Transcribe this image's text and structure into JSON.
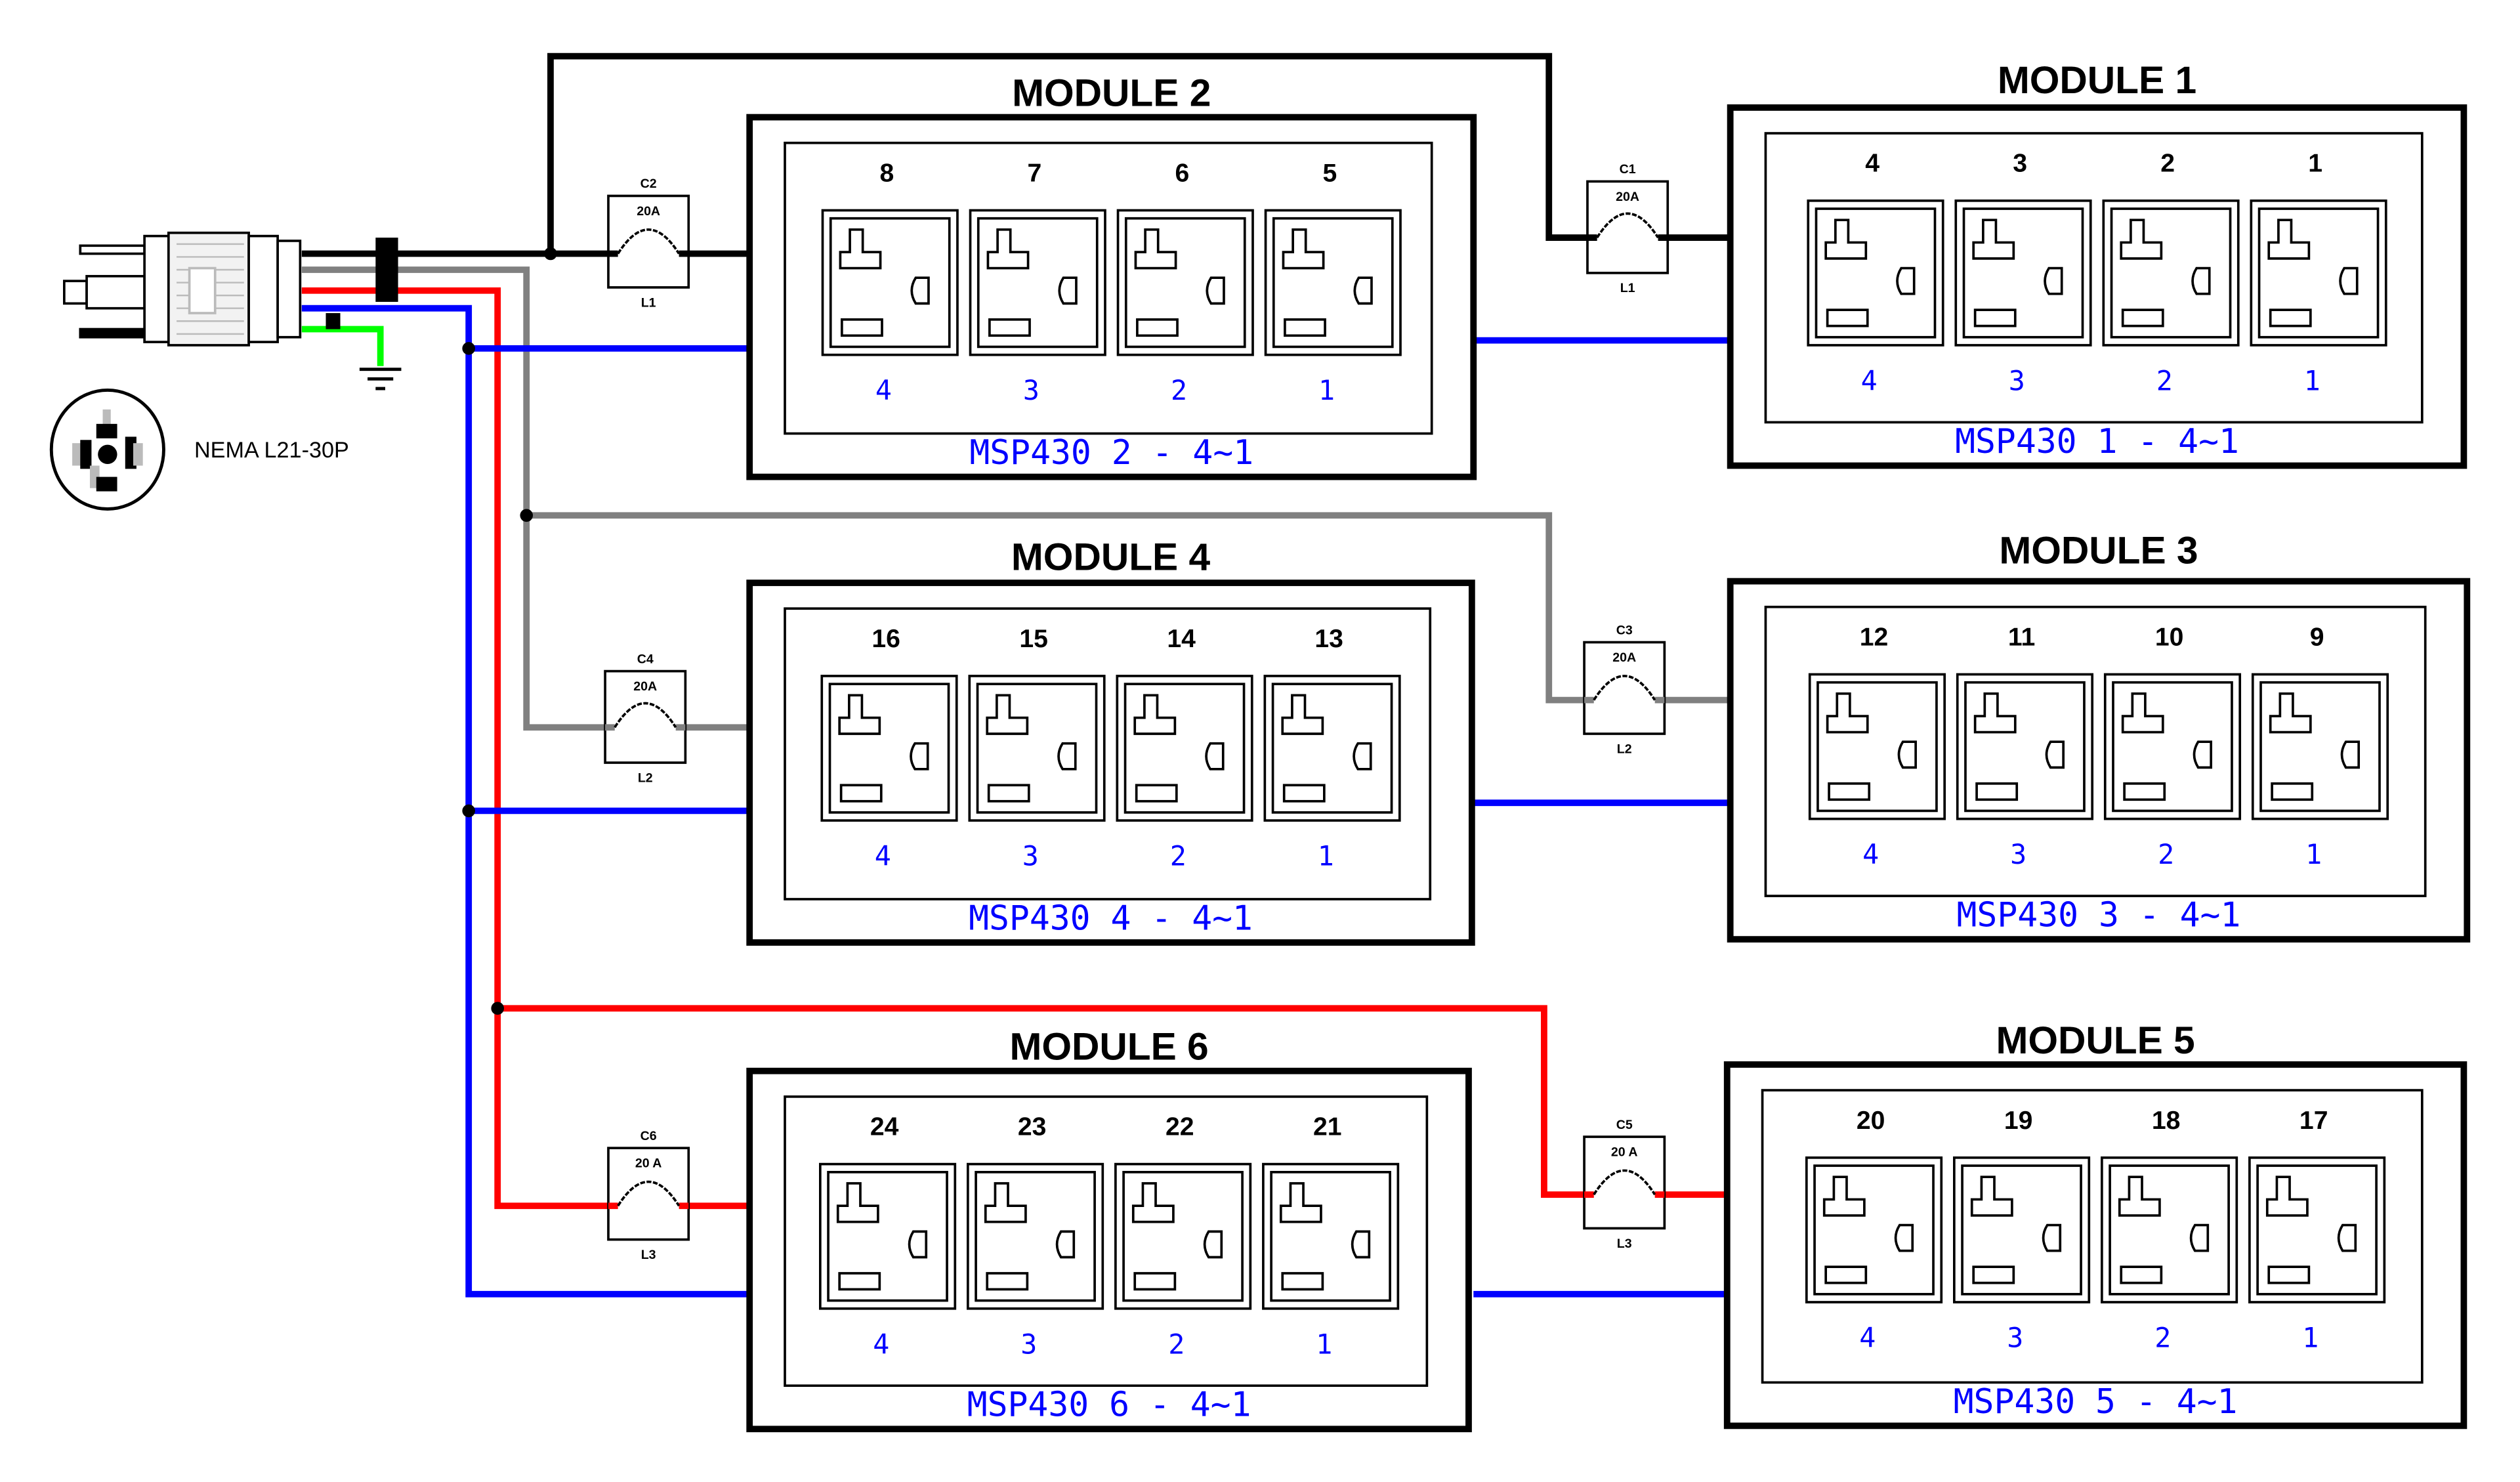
{
  "colors": {
    "line1": "#000000",
    "line2": "#808080",
    "line3": "#ff0000",
    "neutral": "#0000ff",
    "ground": "#00ff00",
    "label_blue": "#0000ff"
  },
  "plug": {
    "label": "NEMA L21-30P"
  },
  "modules": [
    {
      "id": "m2",
      "title": "MODULE 2",
      "caption": "MSP430 2 - 4~1",
      "outlets": [
        "8",
        "7",
        "6",
        "5"
      ],
      "ports": [
        "4",
        "3",
        "2",
        "1"
      ]
    },
    {
      "id": "m1",
      "title": "MODULE 1",
      "caption": "MSP430 1 - 4~1",
      "outlets": [
        "4",
        "3",
        "2",
        "1"
      ],
      "ports": [
        "4",
        "3",
        "2",
        "1"
      ]
    },
    {
      "id": "m4",
      "title": "MODULE 4",
      "caption": "MSP430 4 - 4~1",
      "outlets": [
        "16",
        "15",
        "14",
        "13"
      ],
      "ports": [
        "4",
        "3",
        "2",
        "1"
      ]
    },
    {
      "id": "m3",
      "title": "MODULE 3",
      "caption": "MSP430 3 - 4~1",
      "outlets": [
        "12",
        "11",
        "10",
        "9"
      ],
      "ports": [
        "4",
        "3",
        "2",
        "1"
      ]
    },
    {
      "id": "m6",
      "title": "MODULE 6",
      "caption": "MSP430 6 - 4~1",
      "outlets": [
        "24",
        "23",
        "22",
        "21"
      ],
      "ports": [
        "4",
        "3",
        "2",
        "1"
      ]
    },
    {
      "id": "m5",
      "title": "MODULE 5",
      "caption": "MSP430 5 - 4~1",
      "outlets": [
        "20",
        "19",
        "18",
        "17"
      ],
      "ports": [
        "4",
        "3",
        "2",
        "1"
      ]
    }
  ],
  "breakers": [
    {
      "id": "C2",
      "label": "C2",
      "rating": "20A",
      "phase": "L1"
    },
    {
      "id": "C1",
      "label": "C1",
      "rating": "20A",
      "phase": "L1"
    },
    {
      "id": "C4",
      "label": "C4",
      "rating": "20A",
      "phase": "L2"
    },
    {
      "id": "C3",
      "label": "C3",
      "rating": "20A",
      "phase": "L2"
    },
    {
      "id": "C6",
      "label": "C6",
      "rating": "20 A",
      "phase": "L3"
    },
    {
      "id": "C5",
      "label": "C5",
      "rating": "20 A",
      "phase": "L3"
    }
  ]
}
